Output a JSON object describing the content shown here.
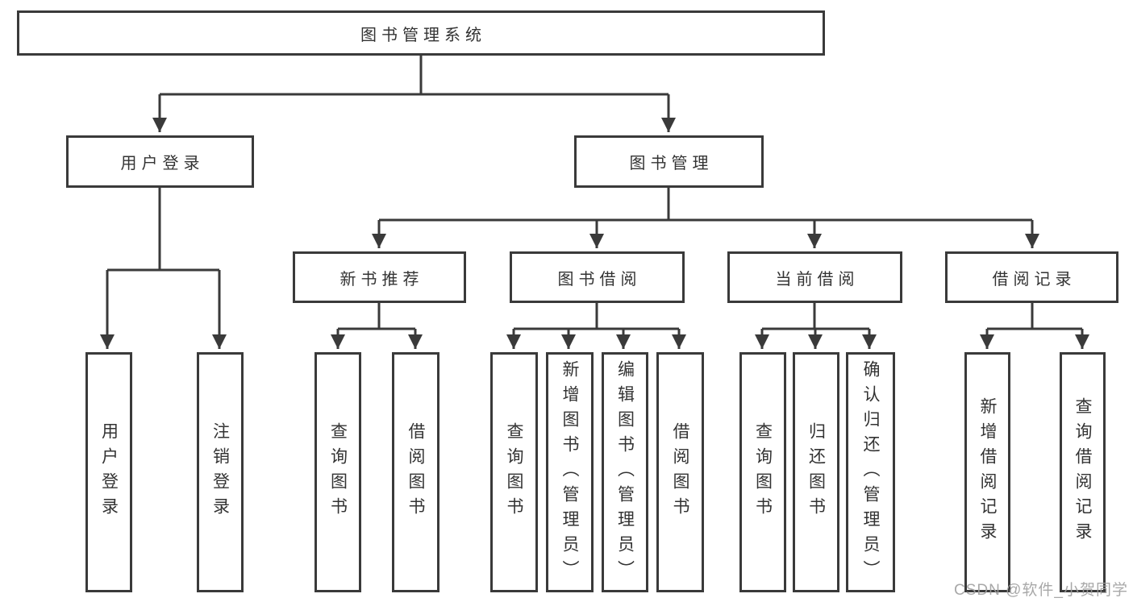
{
  "diagram": {
    "root": {
      "label": "图书管理系统"
    },
    "branches": [
      {
        "label": "用户登录",
        "children": [
          {
            "label": "用户登录"
          },
          {
            "label": "注销登录"
          }
        ]
      },
      {
        "label": "图书管理",
        "children": [
          {
            "label": "新书推荐",
            "children": [
              {
                "label": "查询图书"
              },
              {
                "label": "借阅图书"
              }
            ]
          },
          {
            "label": "图书借阅",
            "children": [
              {
                "label": "查询图书"
              },
              {
                "label": "新增图书（管理员）"
              },
              {
                "label": "编辑图书（管理员）"
              },
              {
                "label": "借阅图书"
              }
            ]
          },
          {
            "label": "当前借阅",
            "children": [
              {
                "label": "查询图书"
              },
              {
                "label": "归还图书"
              },
              {
                "label": "确认归还（管理员）"
              }
            ]
          },
          {
            "label": "借阅记录",
            "children": [
              {
                "label": "新增借阅记录"
              },
              {
                "label": "查询借阅记录"
              }
            ]
          }
        ]
      }
    ],
    "colors": {
      "line": "#3a3a3a",
      "text": "#333333",
      "background": "#ffffff",
      "watermark": "#9e9e9e"
    },
    "watermark": "CSDN @软件_小贺同学"
  }
}
